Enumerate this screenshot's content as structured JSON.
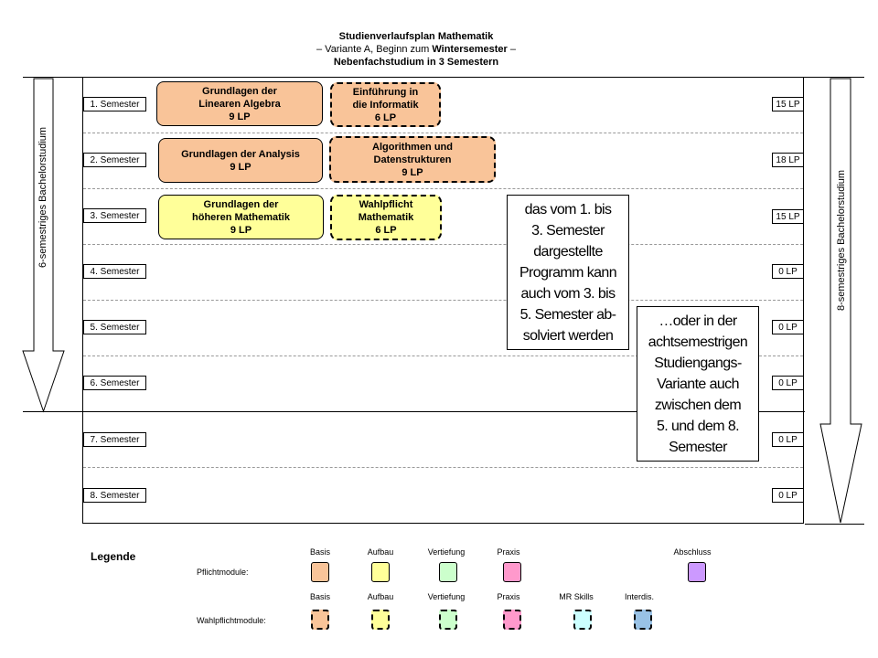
{
  "title": {
    "line1": "Studienverlaufsplan Mathematik",
    "line2_pre": "– Variante A, Beginn zum ",
    "line2_bold": "Wintersemester",
    "line2_post": " –",
    "line3": "Nebenfachstudium in 3 Semestern"
  },
  "semesters": [
    "1. Semester",
    "2. Semester",
    "3. Semester",
    "4. Semester",
    "5. Semester",
    "6. Semester",
    "7. Semester",
    "8. Semester"
  ],
  "credits": [
    "15 LP",
    "18 LP",
    "15 LP",
    "0 LP",
    "0 LP",
    "0 LP",
    "0 LP",
    "0 LP"
  ],
  "modules": [
    {
      "text": "Grundlagen  der\nLinearen Algebra\n9 LP",
      "type": "basis",
      "required": true
    },
    {
      "text": "Einführung  in\ndie Informatik\n6 LP",
      "type": "basis",
      "required": false
    },
    {
      "text": "Grundlagen  der Analysis\n9 LP",
      "type": "basis",
      "required": true
    },
    {
      "text": "Algorithmen und\nDatenstrukturen\n9 LP",
      "type": "basis",
      "required": false
    },
    {
      "text": "Grundlagen  der\nhöheren Mathematik\n9 LP",
      "type": "aufbau",
      "required": true
    },
    {
      "text": "Wahlpflicht\nMathematik\n6 LP",
      "type": "aufbau",
      "required": false
    }
  ],
  "notes": {
    "note1": [
      "das vom 1. bis",
      "3. Semester",
      "dargestellte",
      "Programm kann",
      "auch vom 3. bis",
      "5. Semester ab-",
      "solviert werden"
    ],
    "note2": [
      "…oder in der",
      "achtsemestrigen",
      "Studiengangs-",
      "Variante auch",
      "zwischen dem",
      "5. und dem 8.",
      "Semester"
    ]
  },
  "arrows": {
    "left": "6-semestriges  Bachelorstudium",
    "right": "8-semestriges  Bachelorstudium"
  },
  "legend": {
    "title": "Legende",
    "pflicht_label": "Pflichtmodule:",
    "wahl_label": "Wahlpflichtmodule:",
    "pflicht": [
      {
        "name": "Basis",
        "color": "#f9c499"
      },
      {
        "name": "Aufbau",
        "color": "#ffff99"
      },
      {
        "name": "Vertiefung",
        "color": "#ccffcc"
      },
      {
        "name": "Praxis",
        "color": "#ff99cc"
      },
      {
        "name": "Abschluss",
        "color": "#cc99ff"
      }
    ],
    "wahl": [
      {
        "name": "Basis",
        "color": "#f9c499"
      },
      {
        "name": "Aufbau",
        "color": "#ffff99"
      },
      {
        "name": "Vertiefung",
        "color": "#ccffcc"
      },
      {
        "name": "Praxis",
        "color": "#ff99cc"
      },
      {
        "name": "MR Skills",
        "color": "#ccffff"
      },
      {
        "name": "Interdis.",
        "color": "#99c2e6"
      }
    ]
  }
}
